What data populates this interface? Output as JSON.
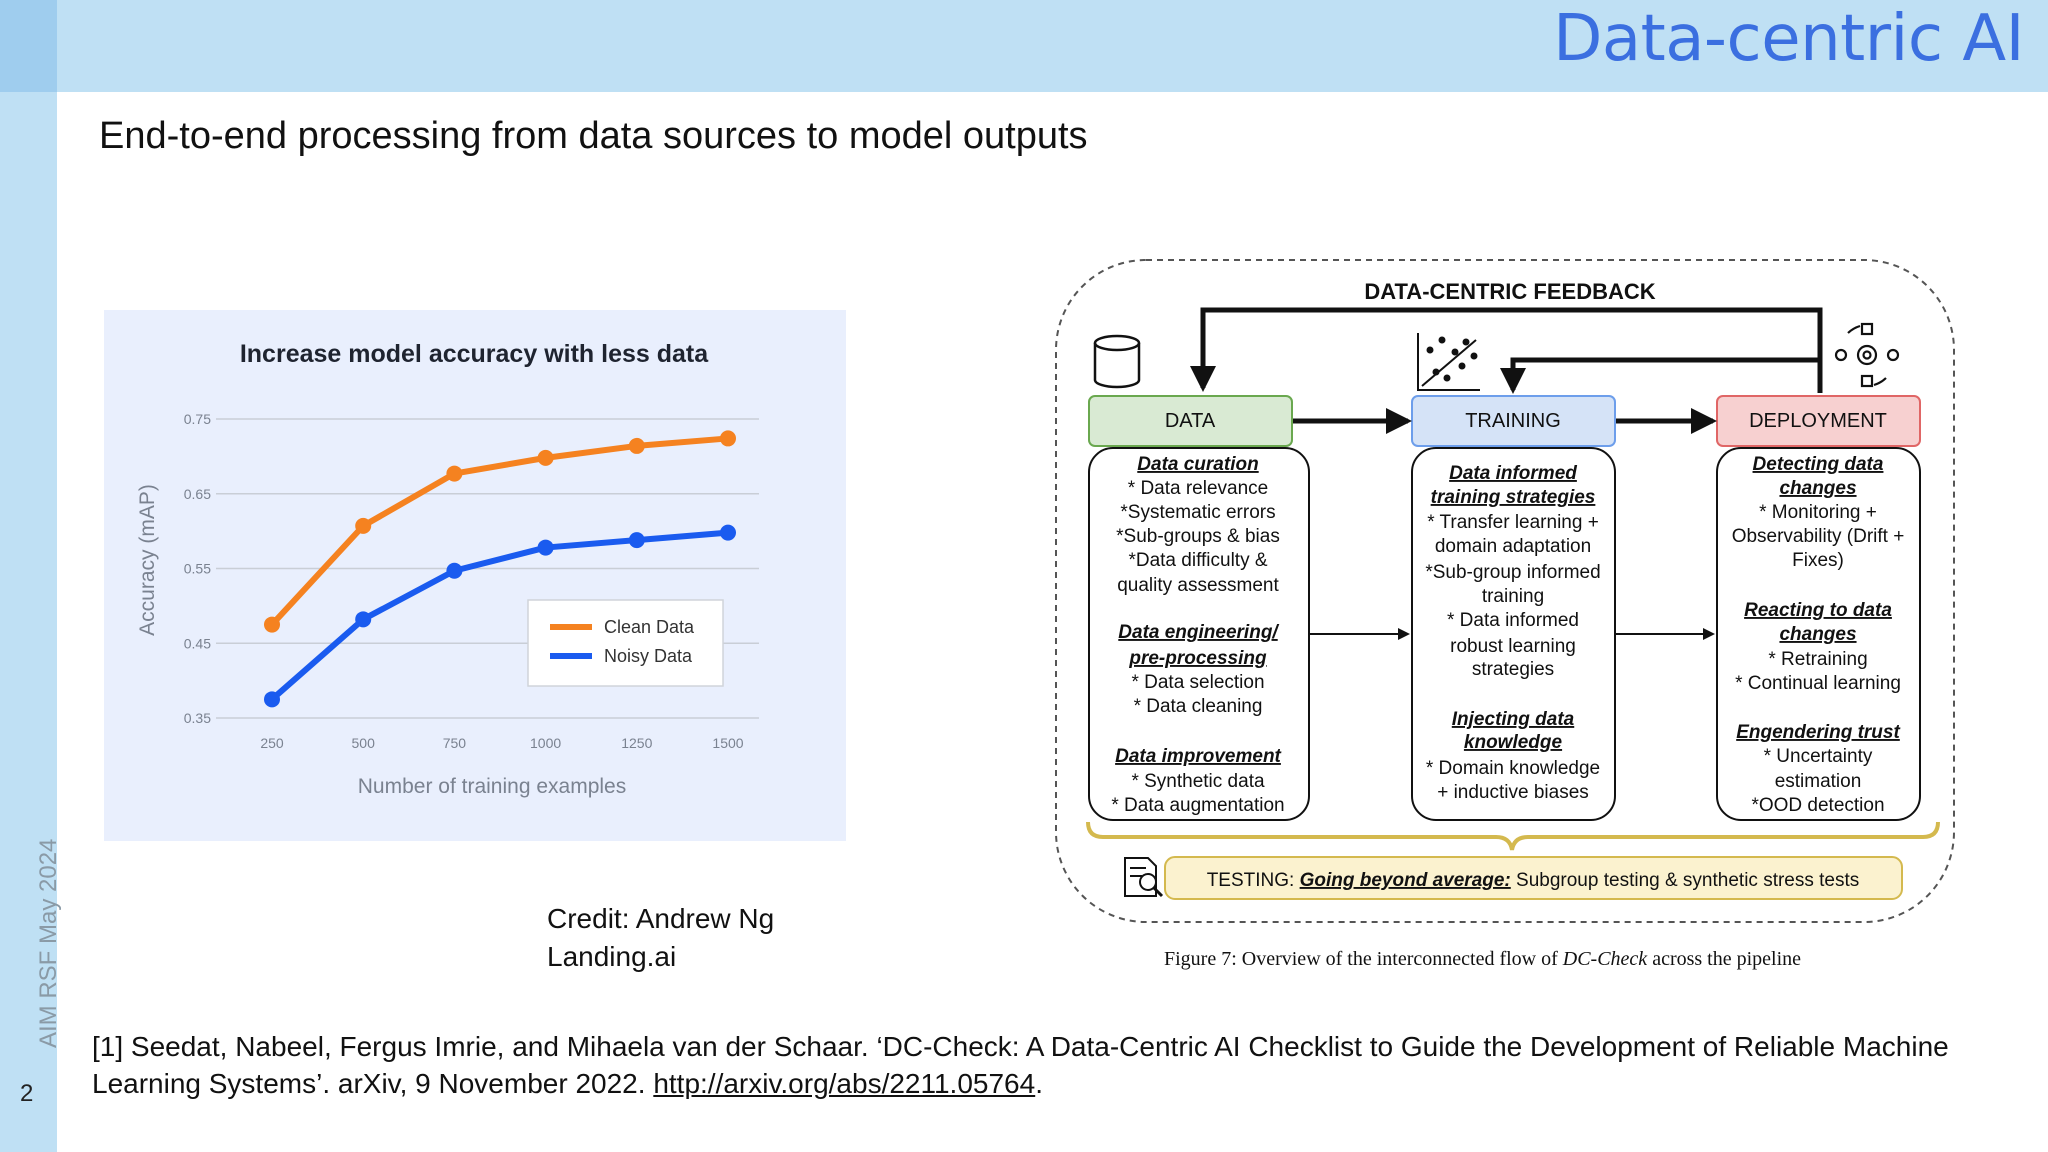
{
  "slide": {
    "title": "Data-centric AI",
    "subtitle": "End-to-end processing from data sources to model outputs",
    "side_label": "AIM RSF May 2024",
    "page_number": "2",
    "colors": {
      "bar": "#bfe0f4",
      "title": "#3b6fe0",
      "chart_bg": "#e9effd"
    }
  },
  "chart_data": {
    "type": "line",
    "title": "Increase model accuracy with less data",
    "xlabel": "Number of training examples",
    "ylabel": "Accuracy (mAP)",
    "x": [
      250,
      500,
      750,
      1000,
      1250,
      1500
    ],
    "x_ticks": [
      "250",
      "500",
      "750",
      "1000",
      "1250",
      "1500"
    ],
    "y_ticks": [
      "0.35",
      "0.45",
      "0.55",
      "0.65",
      "0.75"
    ],
    "ylim": [
      0.35,
      0.75
    ],
    "grid": true,
    "legend": "center-right",
    "series": [
      {
        "name": "Clean Data",
        "color": "#f58220",
        "values": [
          0.475,
          0.607,
          0.677,
          0.698,
          0.714,
          0.724
        ]
      },
      {
        "name": "Noisy Data",
        "color": "#1a5bef",
        "values": [
          0.375,
          0.482,
          0.547,
          0.578,
          0.588,
          0.598
        ]
      }
    ]
  },
  "credit": {
    "line1": "Credit: Andrew Ng",
    "line2": "Landing.ai"
  },
  "diagram": {
    "feedback_label": "DATA-CENTRIC FEEDBACK",
    "stages": [
      {
        "label": "DATA",
        "color": "#d9ead3"
      },
      {
        "label": "TRAINING",
        "color": "#d5e3f7"
      },
      {
        "label": "DEPLOYMENT",
        "color": "#f7d0d0"
      }
    ],
    "data_box": {
      "h1": "Data curation",
      "l1": [
        "* Data relevance",
        "*Systematic errors",
        "*Sub-groups & bias",
        "*Data difficulty &",
        "quality assessment"
      ],
      "h2a": "Data engineering/",
      "h2b": "pre-processing",
      "l2": [
        "* Data selection",
        "* Data cleaning"
      ],
      "h3": "Data improvement",
      "l3": [
        "* Synthetic data",
        "* Data augmentation"
      ]
    },
    "training_box": {
      "h1a": "Data informed",
      "h1b": "training strategies",
      "l1": [
        "* Transfer learning +",
        "domain adaptation",
        "*Sub-group informed",
        "training",
        "* Data informed",
        "robust learning",
        "strategies"
      ],
      "h2a": "Injecting data",
      "h2b": "knowledge",
      "l2": [
        "* Domain knowledge",
        "+ inductive biases"
      ]
    },
    "deployment_box": {
      "h1a": "Detecting data",
      "h1b": "changes",
      "l1": [
        "* Monitoring +",
        "Observability (Drift +",
        "Fixes)"
      ],
      "h2a": "Reacting to data",
      "h2b": "changes",
      "l2": [
        "* Retraining",
        "* Continual learning"
      ],
      "h3": "Engendering trust",
      "l3": [
        "* Uncertainty",
        "estimation",
        "*OOD detection"
      ]
    },
    "testing": {
      "prefix": "TESTING: ",
      "emphasis": "Going beyond average:",
      "rest": " Subgroup testing & synthetic stress tests"
    },
    "icons": [
      "database-icon",
      "scatter-plot-icon",
      "gear-cycle-icon",
      "magnifier-document-icon"
    ]
  },
  "caption": {
    "prefix": "Figure 7: Overview of the interconnected flow of ",
    "italic": "DC-Check",
    "suffix": " across the pipeline"
  },
  "reference": {
    "text": "[1] Seedat, Nabeel, Fergus Imrie, and Mihaela van der Schaar. ‘DC-Check: A Data-Centric AI Checklist to Guide the Development of Reliable Machine Learning Systems’. arXiv, 9 November 2022. ",
    "link": "http://arxiv.org/abs/2211.05764",
    "end": "."
  }
}
